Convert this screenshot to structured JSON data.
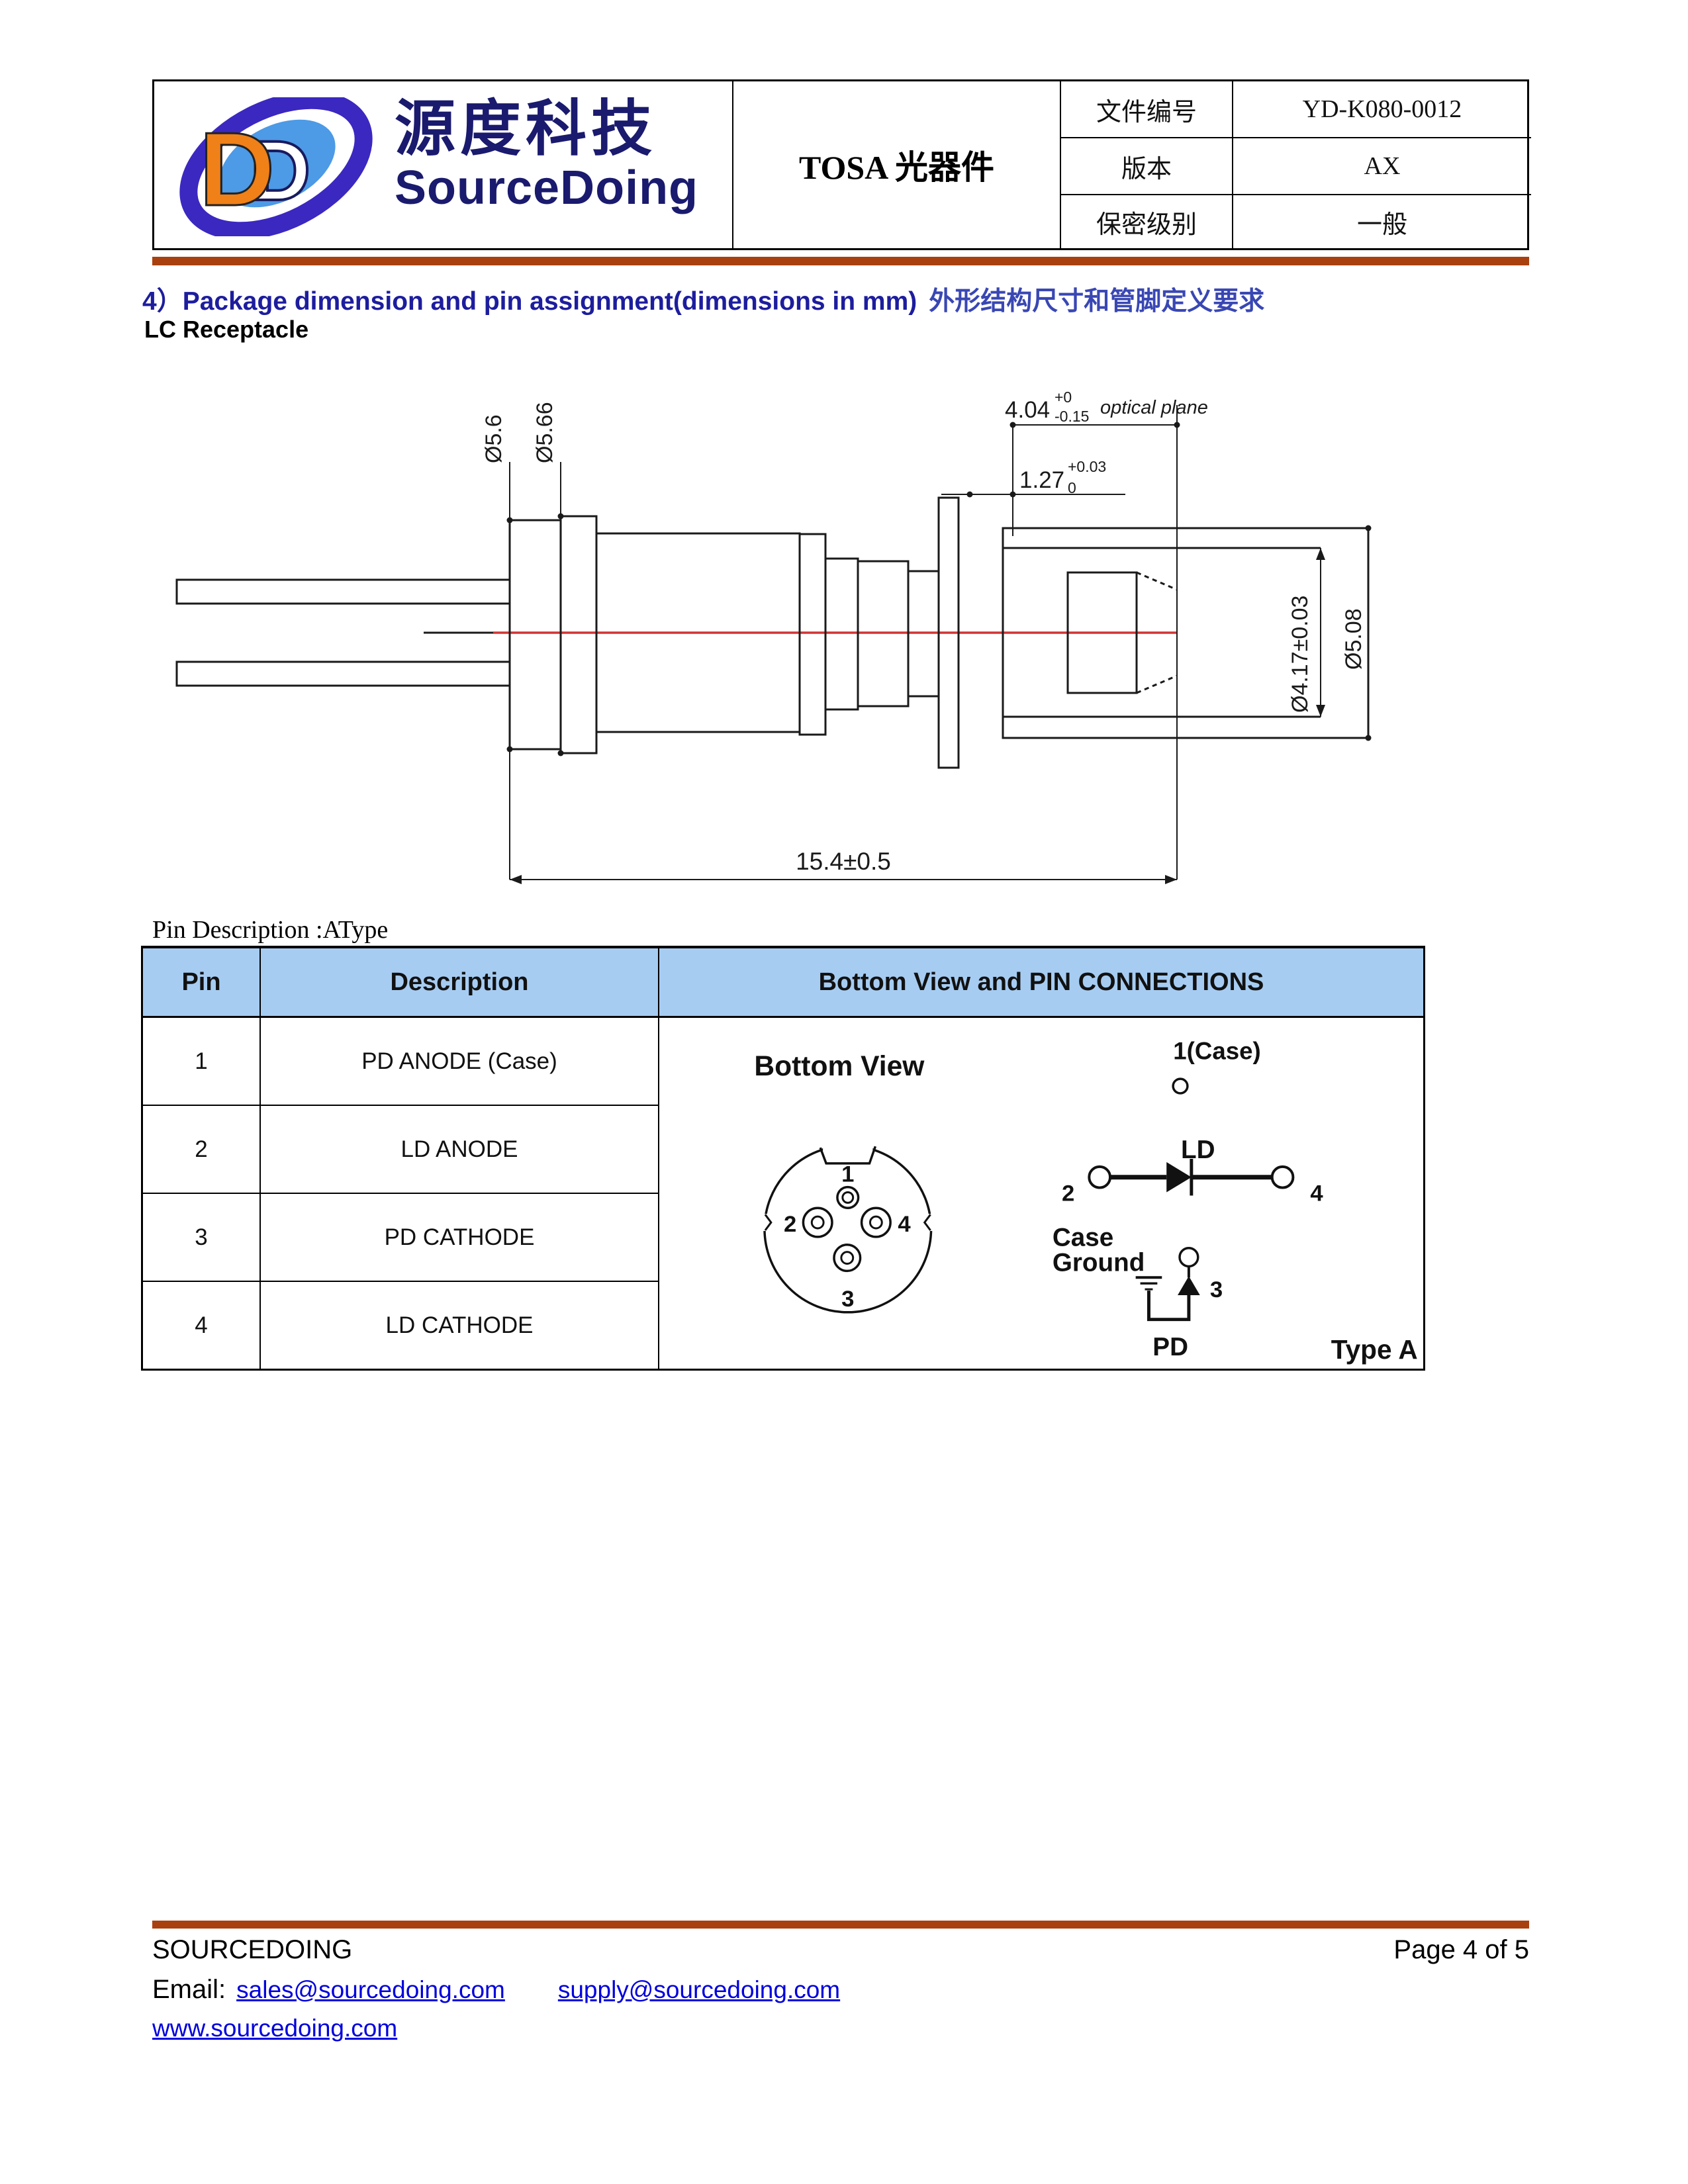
{
  "header": {
    "logo": {
      "d1": "D",
      "d2": "D",
      "cn": "源度科技",
      "en": "SourceDoing"
    },
    "title": "TOSA 光器件",
    "fields": [
      {
        "label": "文件编号",
        "value": "YD-K080-0012"
      },
      {
        "label": "版本",
        "value": "AX"
      },
      {
        "label": "保密级别",
        "value": "一般"
      }
    ]
  },
  "section": {
    "number": "4）",
    "title_en": "Package dimension and pin assignment(dimensions in mm)",
    "title_zh": "外形结构尺寸和管脚定义要求",
    "subtitle": "LC Receptacle"
  },
  "drawing": {
    "dims": {
      "d56": "Ø5.6",
      "d566": "Ø5.66",
      "d404": "4.04",
      "d404_sup": "+0",
      "d404_sub": "-0.15",
      "optical_plane": "optical plane",
      "d127": "1.27",
      "d127_sup": "+0.03",
      "d127_sub": "0",
      "d417": "Ø4.17±0.03",
      "d508": "Ø5.08",
      "d154": "15.4±0.5"
    }
  },
  "pin_section": {
    "caption": "Pin Description :AType",
    "headers": [
      "Pin",
      "Description",
      "Bottom View and PIN CONNECTIONS"
    ],
    "rows": [
      {
        "pin": "1",
        "description": "PD ANODE (Case)"
      },
      {
        "pin": "2",
        "description": "LD ANODE"
      },
      {
        "pin": "3",
        "description": "PD CATHODE"
      },
      {
        "pin": "4",
        "description": "LD CATHODE"
      }
    ],
    "diagram": {
      "bottom_view": "Bottom View",
      "case1": "1(Case)",
      "can_pin1": "1",
      "can_pin2": "2",
      "can_pin3": "3",
      "can_pin4": "4",
      "ld": "LD",
      "ld_pin2": "2",
      "ld_pin4": "4",
      "case_word": "Case",
      "ground_word": "Ground",
      "pd_pin3": "3",
      "pd": "PD",
      "type_label": "Type A"
    }
  },
  "footer": {
    "company": "SOURCEDOING",
    "page": "Page 4 of 5",
    "email_label": "Email:",
    "email1": "sales@sourcedoing.com",
    "email2": "supply@sourcedoing.com",
    "website": "www.sourcedoing.com"
  },
  "colors": {
    "accent_rule": "#a8410e",
    "table_header_bg": "#a6ccf2",
    "logo_navy": "#1a1a6e",
    "heading_en": "#1d1d9e",
    "heading_zh": "#3947b3",
    "link_blue": "#0000dd",
    "centerline_red": "#d23434",
    "logo_orange": "#f08018",
    "logo_blue_ring": "#3b28c0",
    "logo_light_blue": "#4d9ae6"
  }
}
